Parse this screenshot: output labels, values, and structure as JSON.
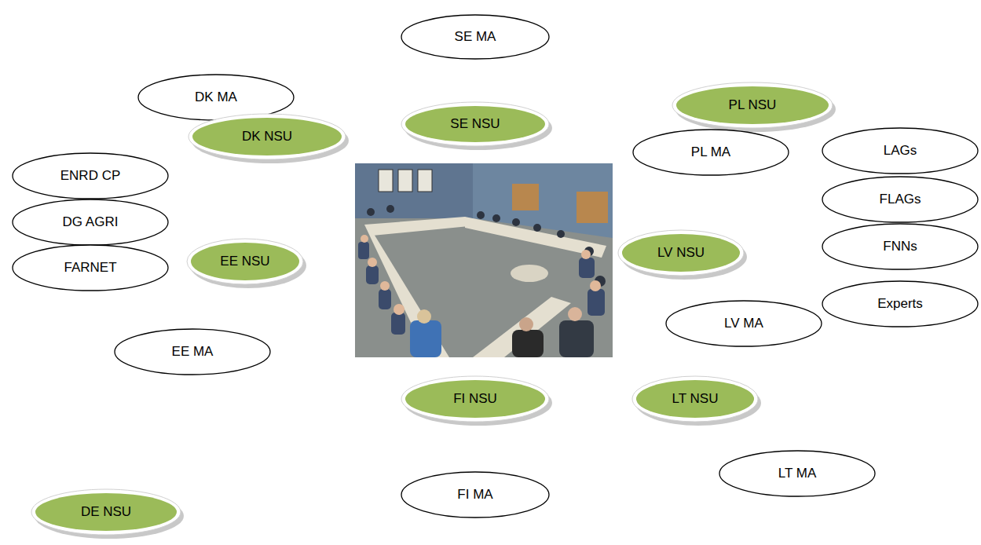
{
  "diagram": {
    "nodes": [
      {
        "text": [
          "SE MA"
        ]
      },
      {
        "text": [
          "DK MA"
        ]
      },
      {
        "text": [
          "DK NSU"
        ]
      },
      {
        "text": [
          "SE NSU"
        ]
      },
      {
        "text": [
          "PL NSU"
        ]
      },
      {
        "text": [
          "PL MA"
        ]
      },
      {
        "text": [
          "LAGs"
        ]
      },
      {
        "text": [
          "ENRD CP"
        ]
      },
      {
        "text": [
          "FLAGs"
        ]
      },
      {
        "text": [
          "DG AGRI"
        ]
      },
      {
        "text": [
          "EE NSU"
        ]
      },
      {
        "text": [
          "LV NSU"
        ]
      },
      {
        "text": [
          "FARNET"
        ]
      },
      {
        "text": [
          "FNNs"
        ]
      },
      {
        "text": [
          "Experts"
        ]
      },
      {
        "text": [
          "LV MA"
        ]
      },
      {
        "text": [
          "EE MA"
        ]
      },
      {
        "text": [
          "FI NSU"
        ]
      },
      {
        "text": [
          "LT NSU"
        ]
      },
      {
        "text": [
          "LT MA"
        ]
      },
      {
        "text": [
          "FI MA"
        ]
      },
      {
        "text": [
          "DE NSU"
        ]
      }
    ]
  }
}
